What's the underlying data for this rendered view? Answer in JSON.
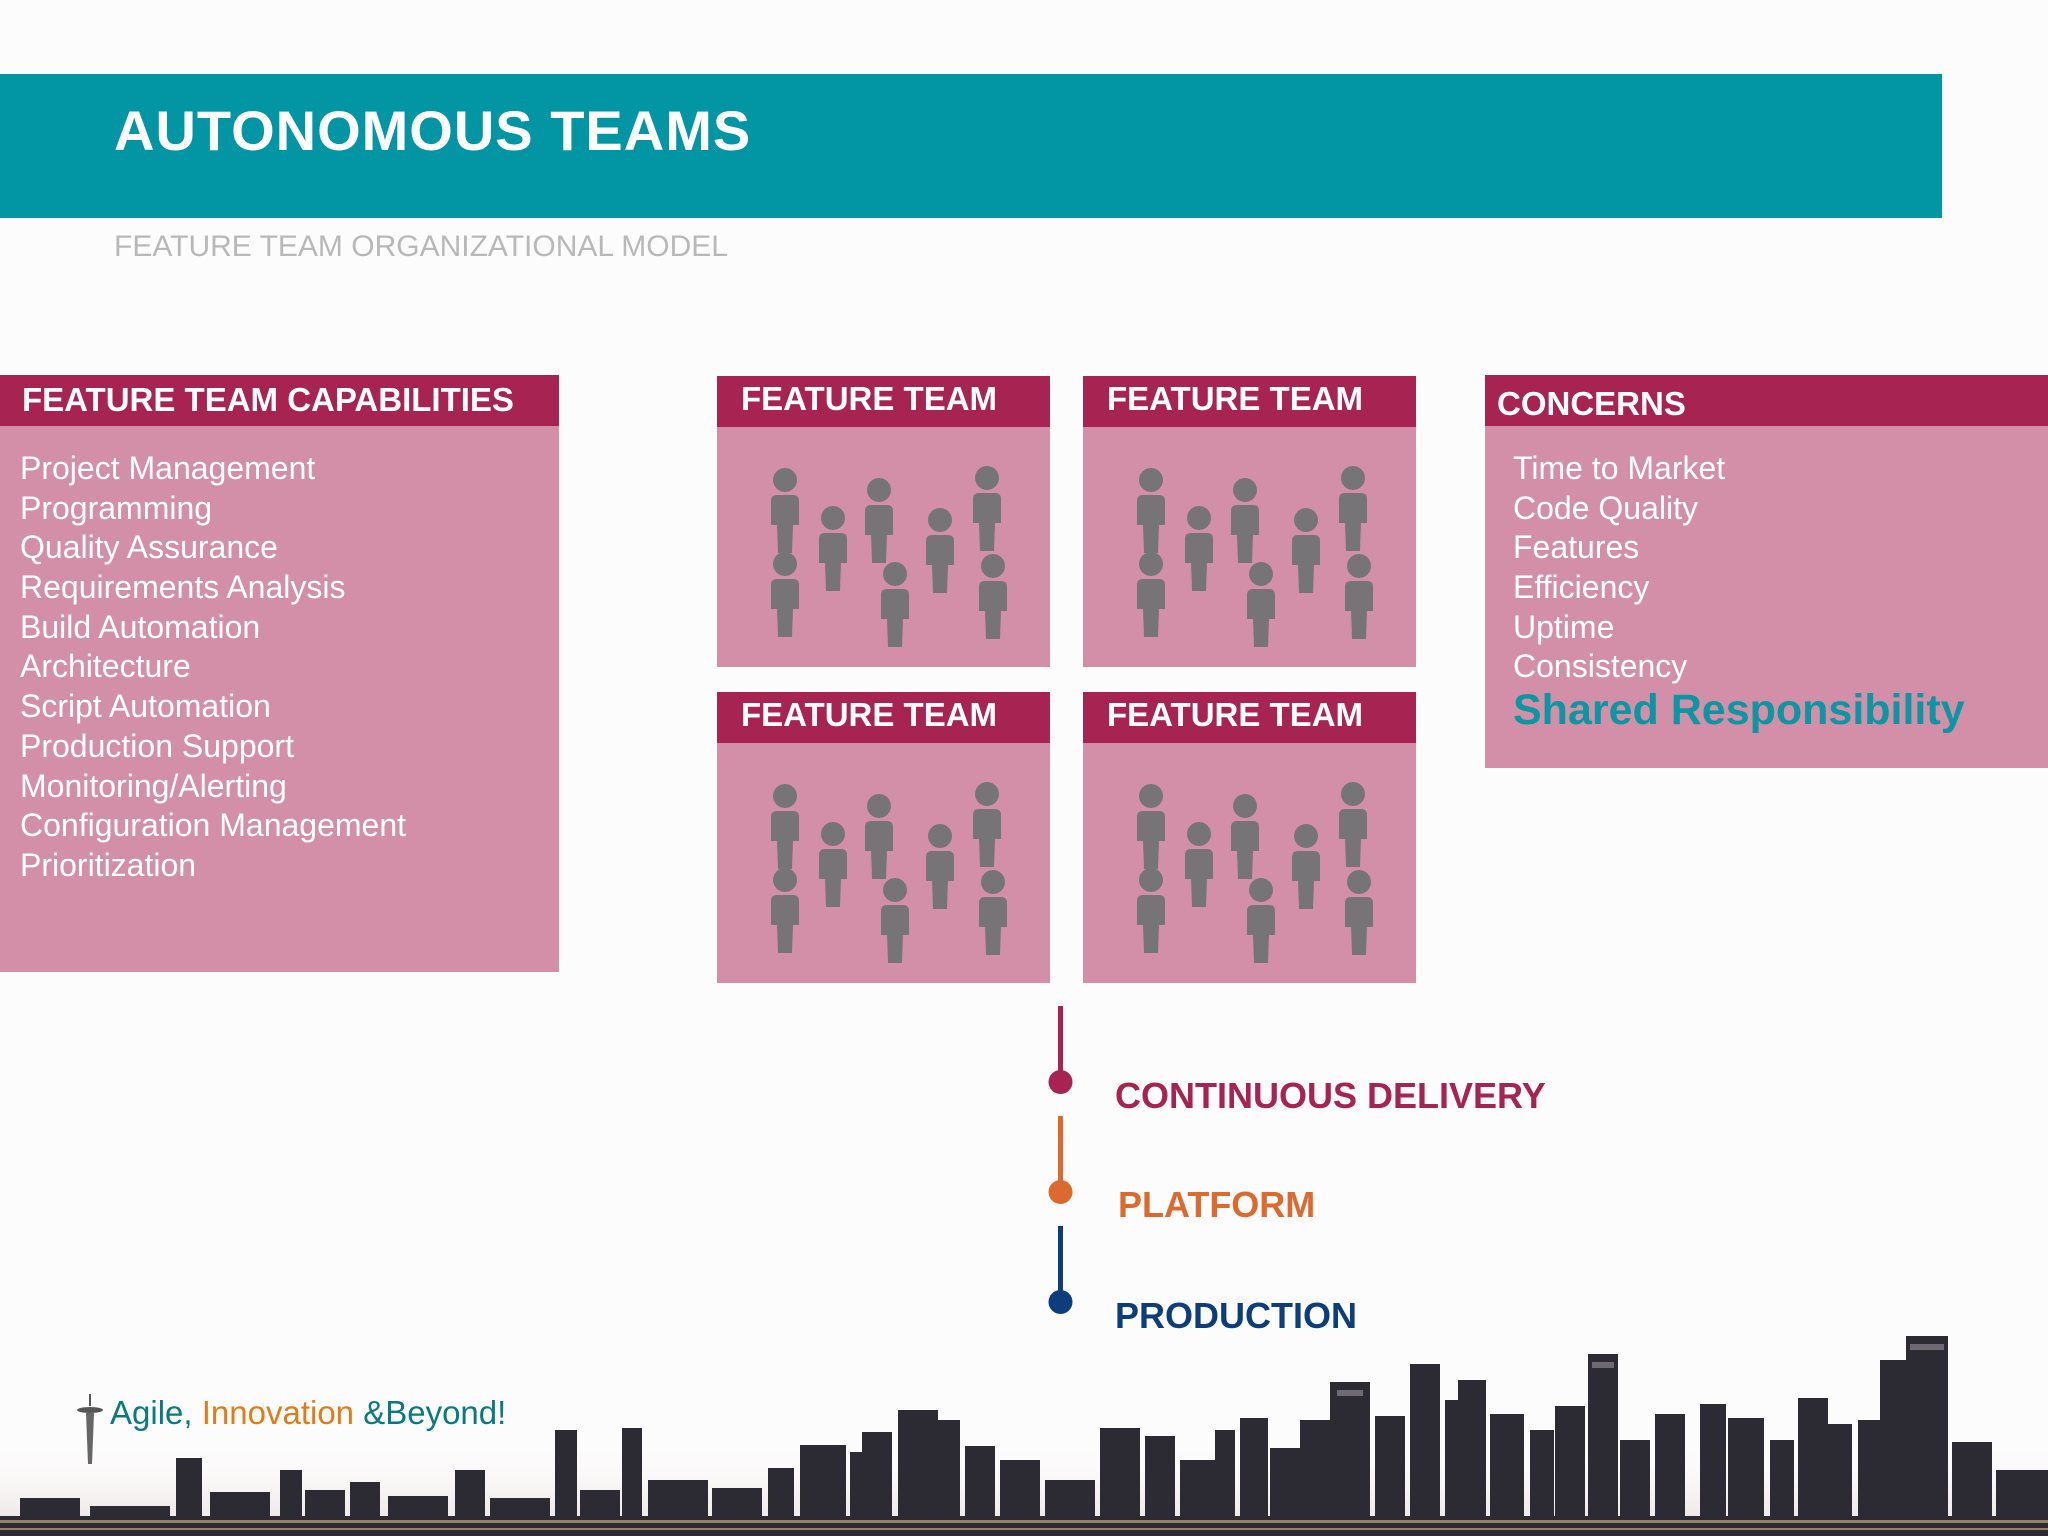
{
  "header": {
    "title": "AUTONOMOUS TEAMS",
    "subtitle": "FEATURE TEAM ORGANIZATIONAL MODEL"
  },
  "capabilities": {
    "heading": "FEATURE TEAM CAPABILITIES",
    "items": [
      "Project Management",
      "Programming",
      "Quality Assurance",
      "Requirements Analysis",
      "Build Automation",
      "Architecture",
      "Script Automation",
      "Production Support",
      "Monitoring/Alerting",
      "Configuration Management",
      "Prioritization"
    ]
  },
  "teams": [
    {
      "label": "FEATURE TEAM",
      "icon": "people-group-icon"
    },
    {
      "label": "FEATURE TEAM",
      "icon": "people-group-icon"
    },
    {
      "label": "FEATURE TEAM",
      "icon": "people-group-icon"
    },
    {
      "label": "FEATURE TEAM",
      "icon": "people-group-icon"
    }
  ],
  "concerns": {
    "heading": "CONCERNS",
    "items": [
      "Time to Market",
      "Code Quality",
      "Features",
      "Efficiency",
      "Uptime",
      "Consistency"
    ],
    "highlight": "Shared Responsibility"
  },
  "pipeline": [
    {
      "label": "CONTINUOUS DELIVERY",
      "color": "#a62352"
    },
    {
      "label": "PLATFORM",
      "color": "#dc6a2e"
    },
    {
      "label": "PRODUCTION",
      "color": "#0e3d7c"
    }
  ],
  "footer": {
    "tagline_agile": "Agile,",
    "tagline_innovation": "Innovation",
    "tagline_amp": "&",
    "tagline_beyond": "Beyond!",
    "colors": {
      "teal": "#0b7a80",
      "orange": "#e07b1a",
      "red": "#c0392b"
    }
  },
  "colors": {
    "teal": "#0296a5",
    "header_red": "#a62352",
    "panel_pink": "#d48fa8",
    "person_gray": "#777478"
  }
}
